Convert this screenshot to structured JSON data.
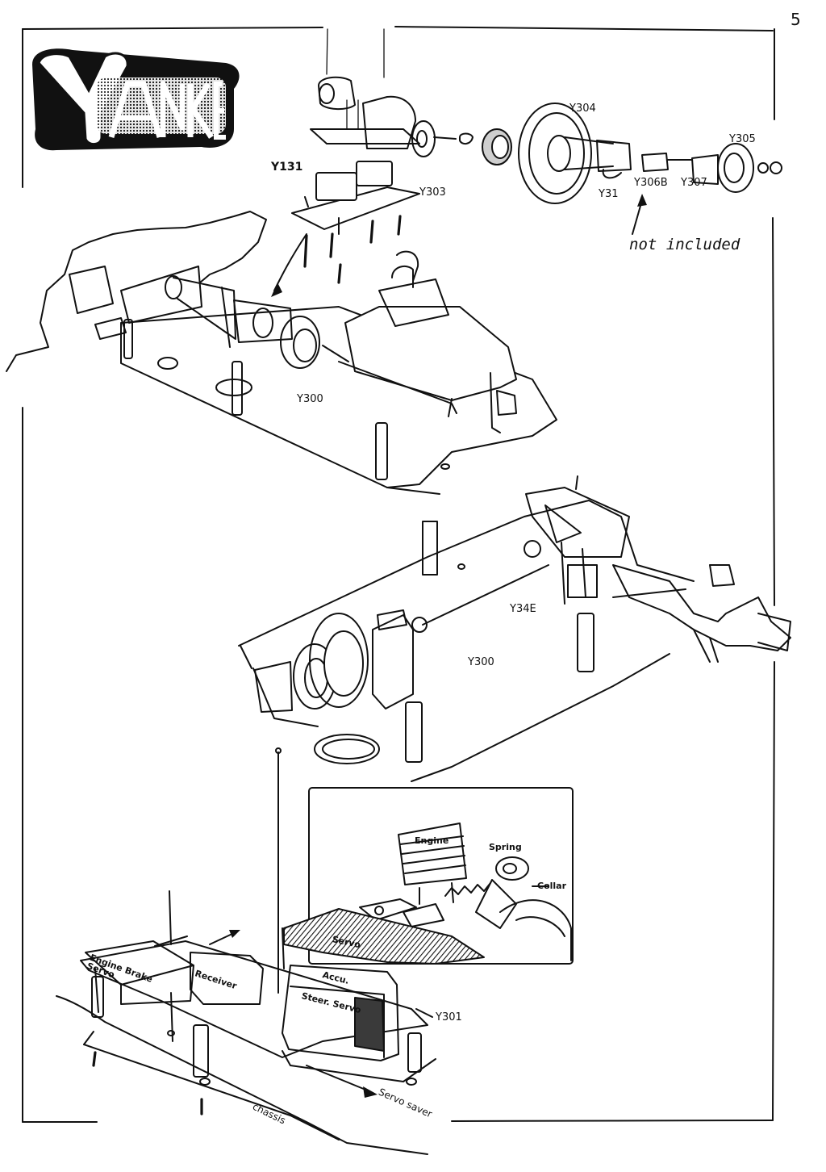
{
  "page": {
    "number": "5"
  },
  "brand": {
    "logo_text": "YANKEE"
  },
  "labels": {
    "y304": "Y304",
    "y305": "Y305",
    "y131": "Y131",
    "y303": "Y303",
    "y31": "Y31",
    "y306b": "Y306B",
    "y307": "Y307",
    "not_included": "not included",
    "y300_top": "Y300",
    "y34e": "Y34E",
    "y300_mid": "Y300",
    "y301": "Y301",
    "engine_brake_servo": "Engine Brake Servo",
    "receiver": "Receiver",
    "accu": "Accu.",
    "steer_servo": "Steer. Servo",
    "servo_saver": "Servo saver",
    "chassis": "chassis"
  },
  "inset": {
    "engine": "Engine",
    "spring": "Spring",
    "collar": "Collar",
    "servo": "Servo"
  },
  "colors": {
    "ink": "#111111",
    "paper": "#ffffff"
  }
}
